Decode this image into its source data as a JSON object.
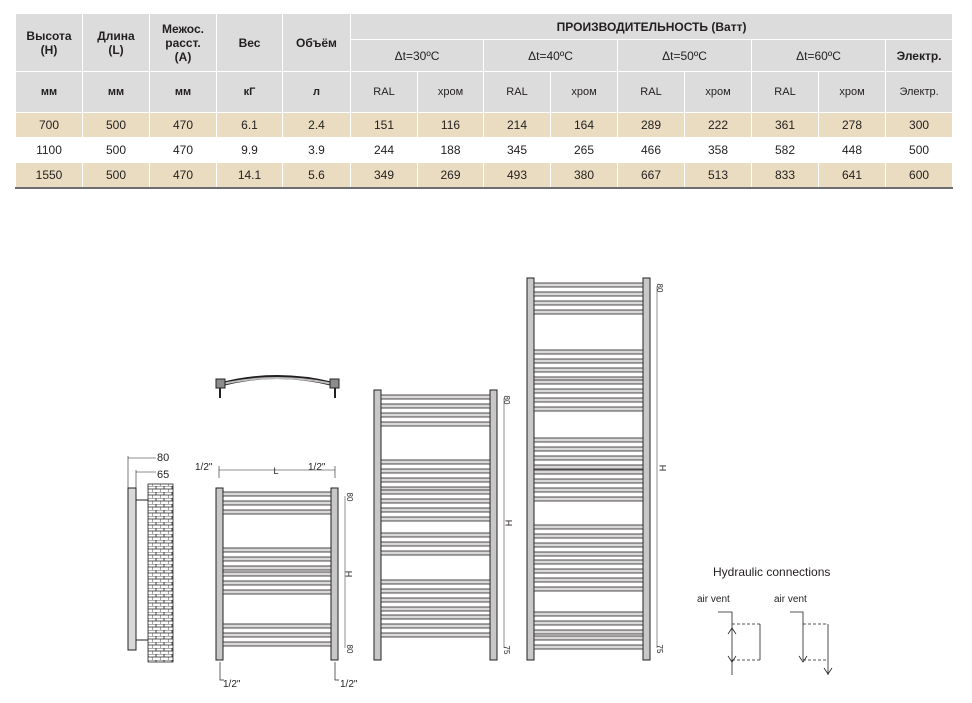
{
  "table": {
    "headers": {
      "height": [
        "Высота",
        "(H)"
      ],
      "length": [
        "Длина",
        "(L)"
      ],
      "spacing": [
        "Межос.",
        "расст.",
        "(A)"
      ],
      "weight": "Вес",
      "volume": "Объём",
      "performance": "ПРОИЗВОДИТЕЛЬНОСТЬ (Ватт)",
      "dt30": "Δt=30ºC",
      "dt40": "Δt=40ºC",
      "dt50": "Δt=50ºC",
      "dt60": "Δt=60ºC",
      "electric": "Электр."
    },
    "units": [
      "мм",
      "мм",
      "мм",
      "кГ",
      "л",
      "RAL",
      "хром",
      "RAL",
      "хром",
      "RAL",
      "хром",
      "RAL",
      "хром",
      "Электр."
    ],
    "rows": [
      [
        "700",
        "500",
        "470",
        "6.1",
        "2.4",
        "151",
        "116",
        "214",
        "164",
        "289",
        "222",
        "361",
        "278",
        "300"
      ],
      [
        "1100",
        "500",
        "470",
        "9.9",
        "3.9",
        "244",
        "188",
        "345",
        "265",
        "466",
        "358",
        "582",
        "448",
        "500"
      ],
      [
        "1550",
        "500",
        "470",
        "14.1",
        "5.6",
        "349",
        "269",
        "493",
        "380",
        "667",
        "513",
        "833",
        "641",
        "600"
      ]
    ]
  },
  "drawings": {
    "side_dims": [
      "80",
      "65"
    ],
    "conn_label": "1/2\"",
    "length_mark": "L",
    "height_mark": "H",
    "dim_80": "80",
    "dim_75": "75",
    "hydraulic_title": "Hydraulic connections",
    "air_vent": "air vent"
  }
}
